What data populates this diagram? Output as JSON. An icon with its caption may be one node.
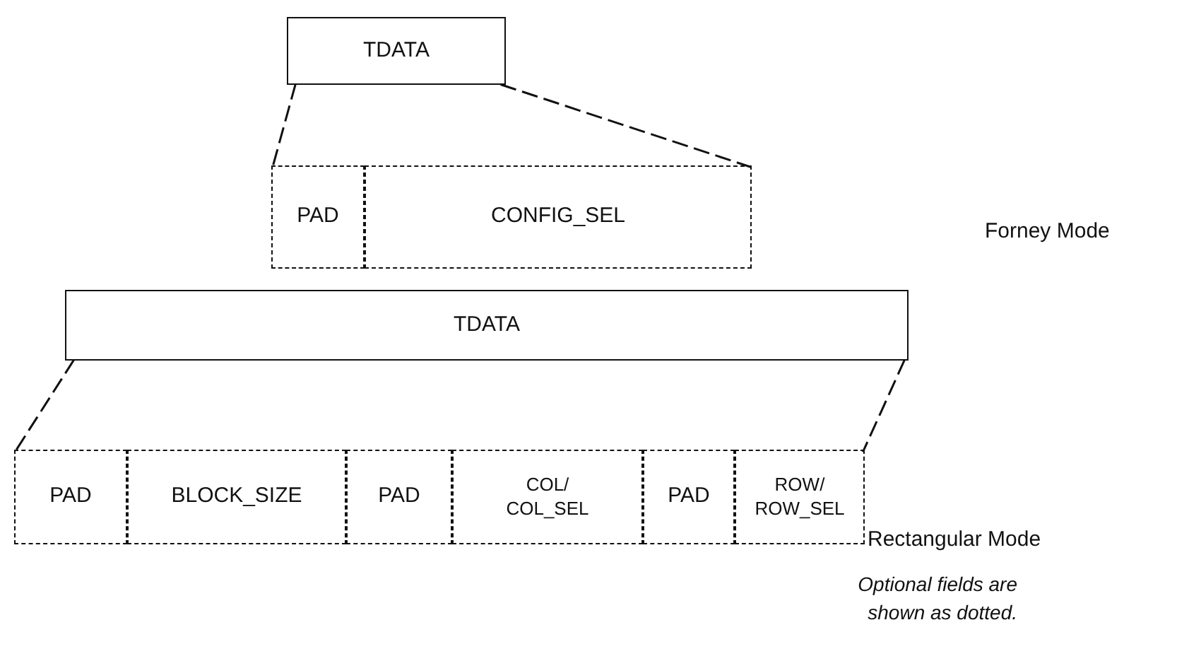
{
  "diagram": {
    "nodes": [
      {
        "text": [
          "TDATA"
        ]
      },
      {
        "text": [
          "PAD"
        ]
      },
      {
        "text": [
          "CONFIG_SEL"
        ]
      },
      {
        "text": [
          "TDATA"
        ]
      },
      {
        "text": [
          "PAD"
        ]
      },
      {
        "text": [
          "BLOCK_SIZE"
        ]
      },
      {
        "text": [
          "PAD"
        ]
      },
      {
        "text": [
          "COL/ COL_SEL"
        ]
      },
      {
        "text": [
          "PAD"
        ]
      },
      {
        "text": [
          "ROW/ ROW_SEL"
        ]
      }
    ],
    "edges": [
      {
        "from": 0,
        "to": 1,
        "arrow": "none",
        "style": "dashed"
      },
      {
        "from": 0,
        "to": 2,
        "arrow": "none",
        "style": "dashed"
      },
      {
        "from": 3,
        "to": 4,
        "arrow": "none",
        "style": "dashed"
      },
      {
        "from": 3,
        "to": 9,
        "arrow": "none",
        "style": "dashed"
      }
    ],
    "labels": [
      "Forney Mode",
      "Rectangular Mode",
      "Optional fields are shown as dotted."
    ]
  }
}
